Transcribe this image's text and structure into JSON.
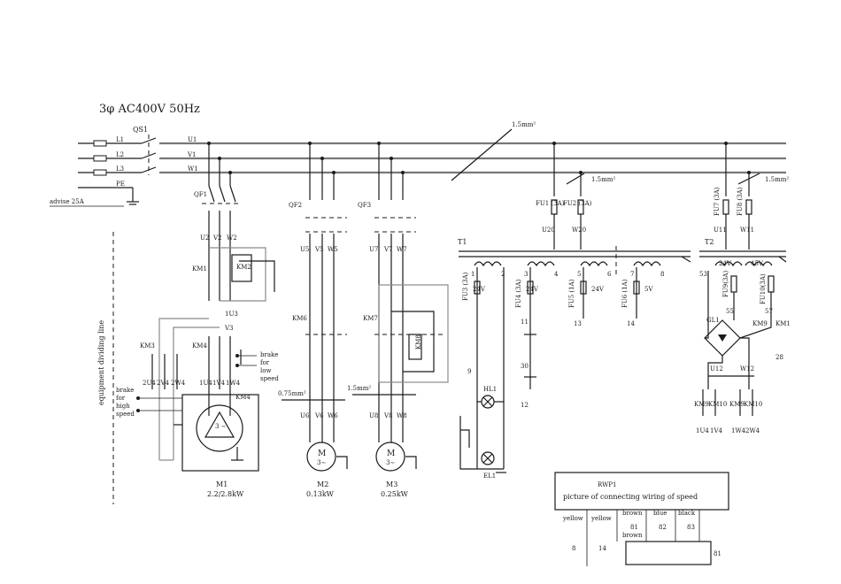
{
  "title": "3φ AC400V 50Hz",
  "supply": {
    "breaker": "QS1",
    "phases": [
      "L1",
      "L2",
      "L3"
    ],
    "pe": "PE",
    "advise": "advise 25A",
    "outs": [
      "U1",
      "V1",
      "W1"
    ]
  },
  "dividing_line": "equipment dividing line",
  "wire_sizes": {
    "main": "1.5mm²",
    "m2": "0.75mm²",
    "m3": "1.5mm²",
    "t1": "1.5mm²",
    "t2": "1.5mm²"
  },
  "motor1": {
    "breaker": "QF1",
    "terminals": [
      "U2",
      "V2",
      "W2"
    ],
    "contactors": [
      "KM1",
      "KM2",
      "KM3",
      "KM4"
    ],
    "labels": [
      "1U3",
      "V3",
      "KM4"
    ],
    "low_terms": [
      "2U4",
      "2V4",
      "2W4"
    ],
    "high_terms": [
      "1U4",
      "1V4",
      "1W4"
    ],
    "brake_low": [
      "brake",
      "for",
      "low",
      "speed"
    ],
    "brake_high": [
      "brake",
      "for",
      "high",
      "speed"
    ],
    "name": "M1",
    "power": "2.2/2.8kW",
    "winding": "3 ∼"
  },
  "motor2": {
    "breaker": "QF2",
    "terminals": [
      "U5",
      "V5",
      "W5"
    ],
    "contactor": "KM6",
    "outs": [
      "U6",
      "V6",
      "W6"
    ],
    "name": "M2",
    "power": "0.13kW",
    "symbol": "M",
    "phase": "3∼"
  },
  "motor3": {
    "breaker": "QF3",
    "terminals": [
      "U7",
      "V7",
      "W7"
    ],
    "contactor": "KM7",
    "aux": "KM8",
    "outs": [
      "U8",
      "V8",
      "W8"
    ],
    "name": "M3",
    "power": "0.25kW",
    "symbol": "M",
    "phase": "3∼"
  },
  "control": {
    "fuses_t1": [
      "FU1 (3A)",
      "FU2 (3A)"
    ],
    "t1_outs": [
      "U20",
      "W20"
    ],
    "fuses_t2": [
      "FU7 (3A)",
      "FU8 (3A)"
    ],
    "t2_outs": [
      "U11",
      "W11"
    ],
    "t1": "T1",
    "t2": "T2",
    "t1_taps": [
      "1",
      "2",
      "3",
      "4",
      "5",
      "6",
      "7",
      "8"
    ],
    "t1_voltages": [
      "24V",
      "24V",
      "24V",
      "5V"
    ],
    "t1_fuses": [
      "FU3 (3A)",
      "FU4 (3A)",
      "FU5 (1A)",
      "FU6 (1A)"
    ],
    "t1_nodes": [
      "9",
      "11",
      "30",
      "12",
      "13",
      "14"
    ],
    "hl": "HL1",
    "el": "EL1",
    "t2_voltages": [
      "24V",
      "45V"
    ],
    "t2_fuses": [
      "FU9(3A)",
      "FU10(3A)"
    ],
    "t2_nodes": [
      "53",
      "55",
      "57",
      "28"
    ],
    "rectifier": "GL1",
    "t2_aux": [
      "KM9",
      "KM1"
    ],
    "brake_outs": [
      "U12",
      "W12"
    ],
    "brake_contactors": [
      "KM9",
      "KM10",
      "KM9",
      "KM10"
    ],
    "brake_terms": [
      "1U4",
      "1V4",
      "1W4",
      "2W4"
    ]
  },
  "rwp": {
    "id": "RWP1",
    "caption": "picture   of  connecting wiring of   speed",
    "wires": [
      "yellow",
      "yellow",
      "brown",
      "blue",
      "black"
    ],
    "nums": [
      "81",
      "82",
      "83"
    ],
    "brown2": "brown",
    "left_nums": [
      "8",
      "14"
    ],
    "box_label": "81"
  }
}
